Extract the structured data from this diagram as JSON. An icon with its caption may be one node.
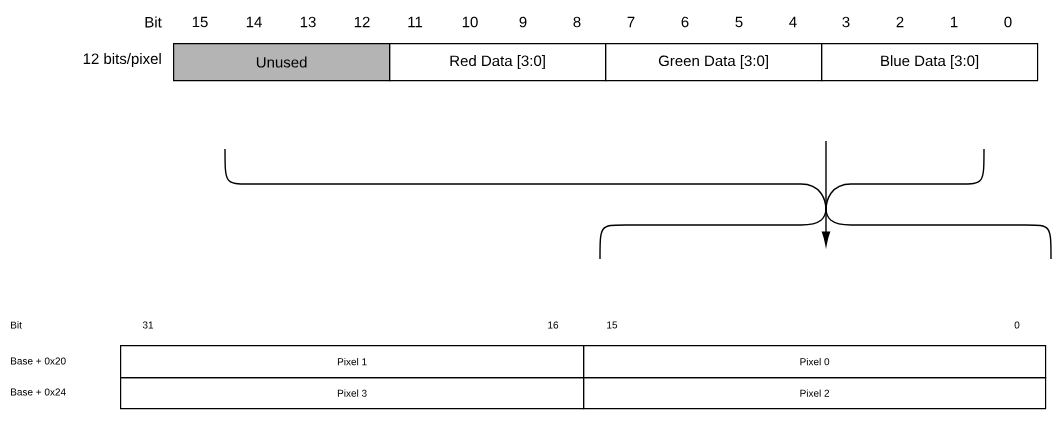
{
  "diagram": {
    "nodes": [
      {
        "text": [
          "Unused"
        ]
      },
      {
        "text": [
          "Red Data [3:0]"
        ]
      },
      {
        "text": [
          "Green Data [3:0]"
        ]
      },
      {
        "text": [
          "Blue Data [3:0]"
        ]
      },
      {
        "text": [
          "Pixel 1"
        ]
      },
      {
        "text": [
          "Pixel 0"
        ]
      },
      {
        "text": [
          "Pixel 3"
        ]
      },
      {
        "text": [
          "Pixel 2"
        ]
      },
      {
        "text": [],
        "shape": "brace"
      },
      {
        "text": [],
        "shape": "brace"
      }
    ],
    "edges": [
      {
        "from": 8,
        "to": 9,
        "arrow": "to"
      }
    ],
    "labels": [
      "Bit",
      "15",
      "14",
      "13",
      "12",
      "11",
      "10",
      "9",
      "8",
      "7",
      "6",
      "5",
      "4",
      "3",
      "2",
      "1",
      "0",
      "12 bits/pixel",
      "Bit",
      "31",
      "16",
      "15",
      "0",
      "Base + 0x20",
      "Base + 0x24"
    ]
  }
}
